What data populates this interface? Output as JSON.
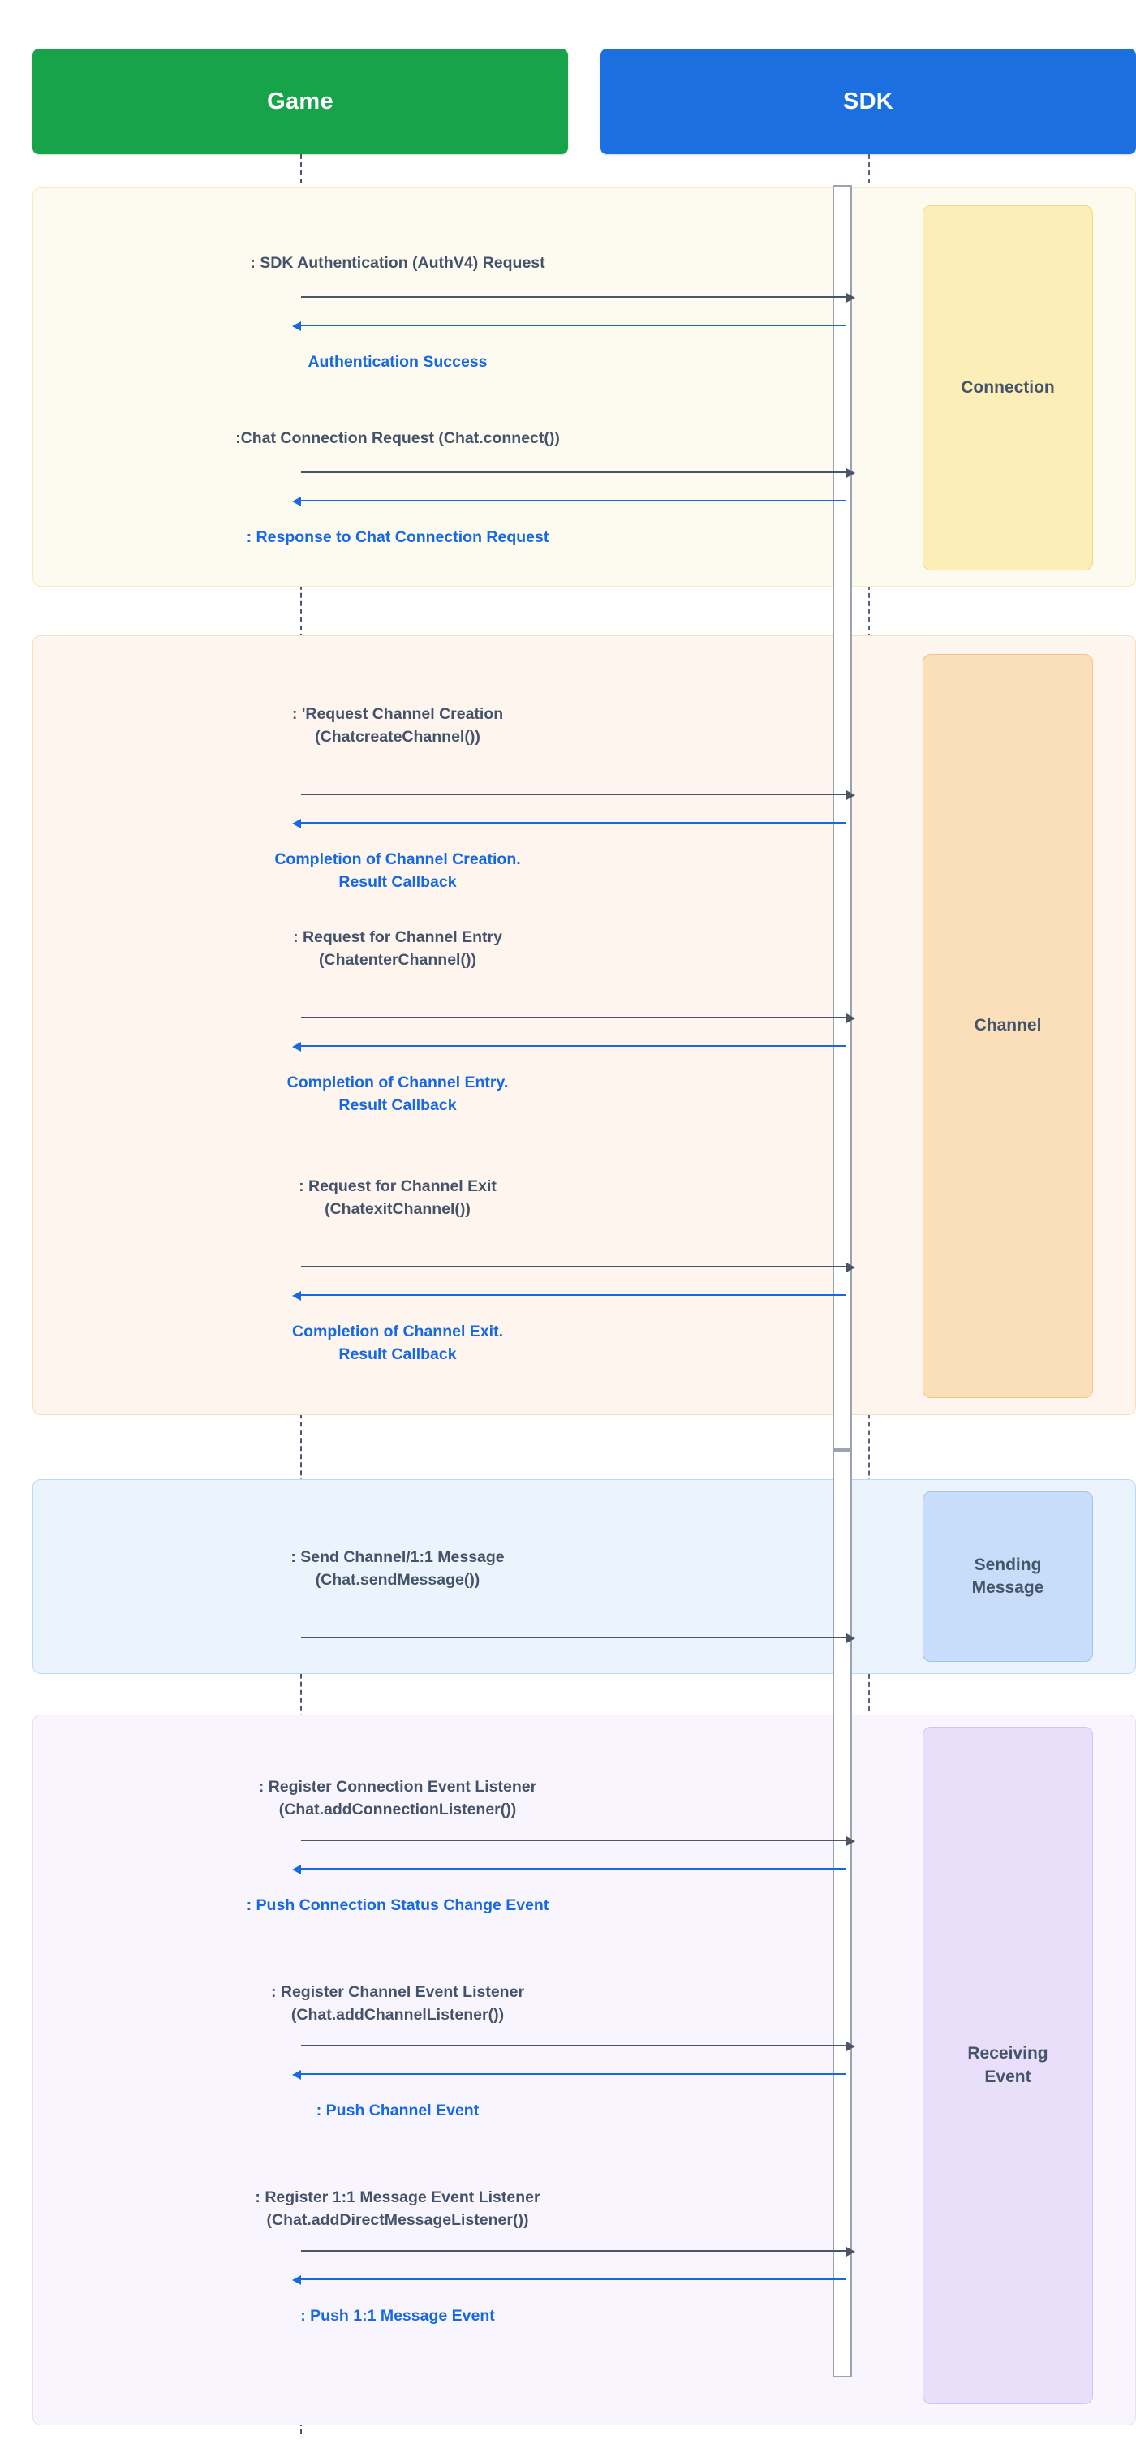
{
  "diagram": {
    "title_actors": {
      "left": "Game",
      "right": "SDK"
    },
    "colors": {
      "game_box": "#16a34a",
      "sdk_box": "#1b6fdf",
      "request_arrow": "#4a5568",
      "response_arrow": "#1668e3",
      "request_label": "#45536a",
      "response_label": "#1668e3",
      "band_connection": "#fdfaef",
      "band_channel": "#fdf5ee",
      "band_sending": "#ebf3fd",
      "band_receiving": "#f9f5fe",
      "chip_connection": "#fdeeb8",
      "chip_channel": "#fbdfbb",
      "chip_sending": "#c7ddfa",
      "chip_receiving": "#eadffb"
    },
    "sections": [
      {
        "name": "Connection",
        "label": "Connection",
        "messages": [
          {
            "kind": "request",
            "text": ": SDK Authentication (AuthV4) Request"
          },
          {
            "kind": "response",
            "text": "Authentication Success"
          },
          {
            "kind": "request",
            "text": ":Chat Connection Request (Chat.connect())"
          },
          {
            "kind": "response",
            "text": ": Response to Chat Connection Request"
          }
        ]
      },
      {
        "name": "Channel",
        "label": "Channel",
        "messages": [
          {
            "kind": "request",
            "text": ": 'Request Channel Creation\n(ChatcreateChannel())"
          },
          {
            "kind": "response",
            "text": "Completion of Channel Creation.\nResult Callback"
          },
          {
            "kind": "request",
            "text": ": Request for Channel Entry\n(ChatenterChannel())"
          },
          {
            "kind": "response",
            "text": "Completion of Channel Entry.\nResult Callback"
          },
          {
            "kind": "request",
            "text": ": Request for Channel Exit\n(ChatexitChannel())"
          },
          {
            "kind": "response",
            "text": "Completion of Channel Exit.\nResult Callback"
          }
        ]
      },
      {
        "name": "SendingMessage",
        "label": "Sending\nMessage",
        "messages": [
          {
            "kind": "request",
            "text": ": Send Channel/1:1 Message\n(Chat.sendMessage())"
          }
        ]
      },
      {
        "name": "ReceivingEvent",
        "label": "Receiving\nEvent",
        "messages": [
          {
            "kind": "request",
            "text": ": Register Connection Event Listener\n(Chat.addConnectionListener())"
          },
          {
            "kind": "response",
            "text": ": Push Connection Status Change Event"
          },
          {
            "kind": "request",
            "text": ": Register Channel Event Listener\n(Chat.addChannelListener())"
          },
          {
            "kind": "response",
            "text": ": Push Channel Event"
          },
          {
            "kind": "request",
            "text": ": Register 1:1 Message Event Listener\n(Chat.addDirectMessageListener())"
          },
          {
            "kind": "response",
            "text": ": Push 1:1 Message Event"
          }
        ]
      }
    ]
  }
}
